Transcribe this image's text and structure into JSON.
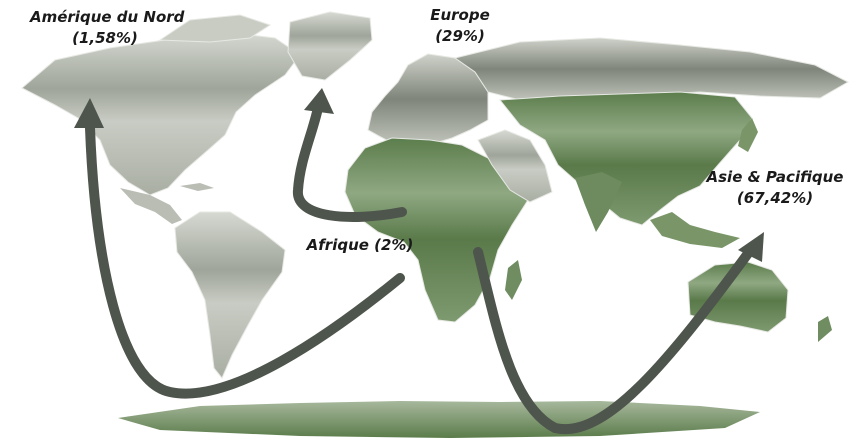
{
  "colors": {
    "high_share": "#5f7f4f",
    "low_share": "#b4b8ae",
    "arrow": "#4e554c"
  },
  "regions": [
    {
      "id": "north-america",
      "name": "Amérique du Nord",
      "share": "(1,58%)"
    },
    {
      "id": "europe",
      "name": "Europe",
      "share": "(29%)"
    },
    {
      "id": "africa",
      "name": "Afrique (2%)"
    },
    {
      "id": "asia-pacific",
      "name": "Asie & Pacifique",
      "share": "(67,42%)"
    }
  ],
  "flows": [
    {
      "from": "Afrique",
      "to": "Amérique du Nord"
    },
    {
      "from": "Afrique",
      "to": "Europe"
    },
    {
      "from": "Afrique",
      "to": "Asie & Pacifique"
    }
  ]
}
